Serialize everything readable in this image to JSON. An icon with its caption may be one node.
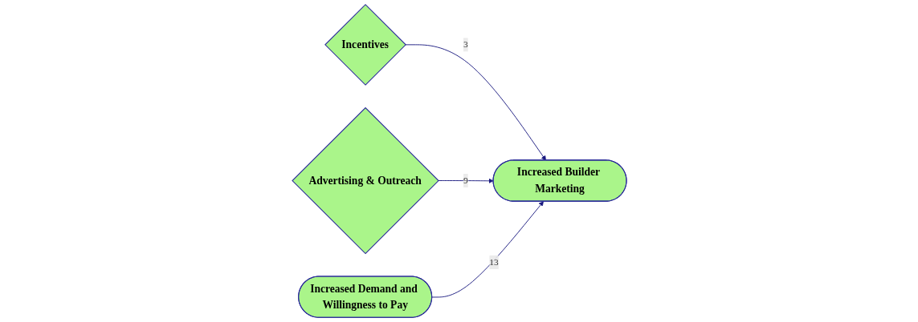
{
  "diagram": {
    "nodes": [
      {
        "text": [
          "Incentives"
        ]
      },
      {
        "text": [
          "Advertising & Outreach"
        ]
      },
      {
        "text": [
          "Increased Builder Marketing"
        ]
      },
      {
        "text": [
          "Increased Demand and Willingness to Pay"
        ]
      }
    ],
    "edges": [
      {
        "from": 0,
        "to": 2,
        "arrow": "to",
        "label": "3"
      },
      {
        "from": 1,
        "to": 2,
        "arrow": "to",
        "label": "9"
      },
      {
        "from": 3,
        "to": 2,
        "arrow": "to",
        "label": "13"
      }
    ]
  }
}
